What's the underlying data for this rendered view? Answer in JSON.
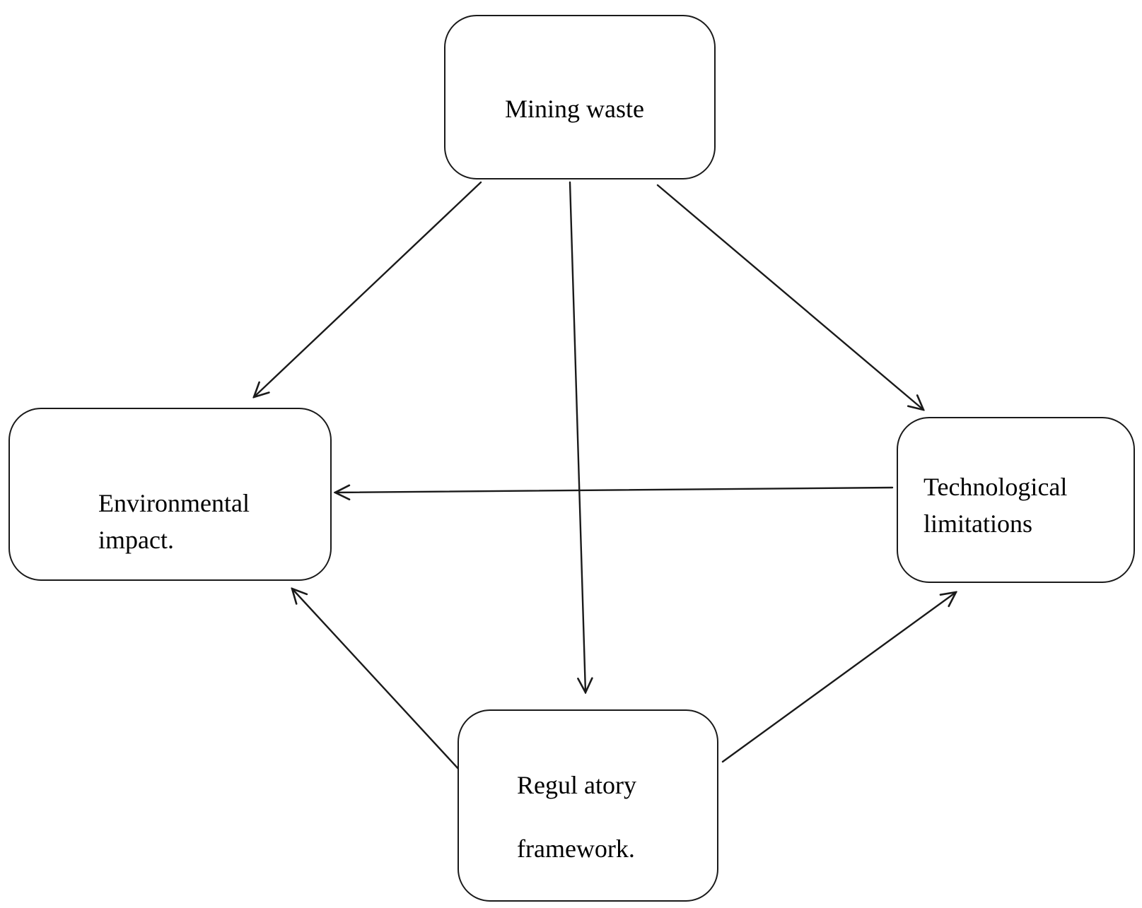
{
  "diagram": {
    "nodes": {
      "mining_waste": {
        "label": "Mining waste"
      },
      "environmental_impact": {
        "line1": "Environmental",
        "line2": "impact."
      },
      "technological_limitations": {
        "line1": "Technological",
        "line2": "limitations"
      },
      "regulatory_framework": {
        "line1": "Regul atory",
        "line2": "framework."
      }
    },
    "edges": [
      {
        "from": "mining_waste",
        "to": "environmental_impact"
      },
      {
        "from": "mining_waste",
        "to": "regulatory_framework"
      },
      {
        "from": "mining_waste",
        "to": "technological_limitations"
      },
      {
        "from": "technological_limitations",
        "to": "environmental_impact"
      },
      {
        "from": "regulatory_framework",
        "to": "environmental_impact"
      },
      {
        "from": "regulatory_framework",
        "to": "technological_limitations"
      }
    ],
    "colors": {
      "stroke": "#1a1a1a",
      "background": "#ffffff",
      "text": "#000000"
    }
  }
}
